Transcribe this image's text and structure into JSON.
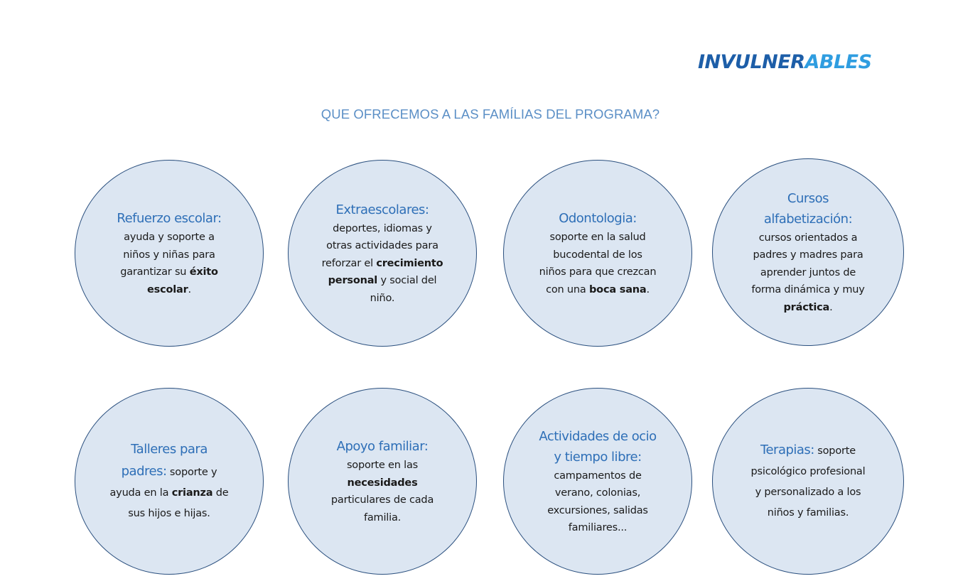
{
  "logo": {
    "part1": "INVULNER",
    "part2": "ABLES"
  },
  "page_title": "QUE OFRECEMOS A LAS FAMÍLIAS DEL PROGRAMA?",
  "colors": {
    "circle_fill": "#dce6f2",
    "circle_border": "#2a4f7e",
    "heading_blue": "#2e6fb7",
    "title_blue": "#5b8fc6",
    "logo_dark": "#1d5ea8",
    "logo_light": "#2f9de0"
  },
  "circles": [
    {
      "title": "Refuerzo escolar:",
      "lines": [
        "ayuda y soporte a",
        "niños y niñas para",
        "garantizar su ",
        "éxito",
        "escolar",
        "."
      ]
    },
    {
      "title": "Extraescolares:",
      "lines": [
        "deportes, idiomas y",
        "otras actividades para",
        "reforzar el ",
        "crecimiento",
        "personal",
        " y social del",
        "niño."
      ]
    },
    {
      "title": "Odontologia:",
      "lines": [
        "soporte en la salud",
        "bucodental de los",
        "niños para que crezcan",
        "con una ",
        "boca sana",
        "."
      ]
    },
    {
      "title_line1": "Cursos",
      "title_line2": "alfabetización:",
      "lines": [
        "cursos orientados a",
        "padres y madres para",
        "aprender juntos de",
        "forma dinámica y muy",
        "práctica",
        "."
      ]
    },
    {
      "title_line1": "Talleres para",
      "title_line2": "padres:",
      "lines": [
        " soporte y",
        "ayuda en la ",
        "crianza",
        " de",
        "sus hijos e hijas."
      ]
    },
    {
      "title": "Apoyo familiar:",
      "lines": [
        "soporte en las",
        "necesidades",
        "particulares de cada",
        "familia."
      ]
    },
    {
      "title_line1": "Actividades de ocio",
      "title_line2": "y tiempo libre:",
      "lines": [
        "campamentos de",
        "verano, colonias,",
        "excursiones, salidas",
        "familiares..."
      ]
    },
    {
      "title": "Terapias:",
      "lines": [
        " soporte",
        "psicológico profesional",
        "y personalizado a los",
        "niños y familias."
      ]
    }
  ]
}
